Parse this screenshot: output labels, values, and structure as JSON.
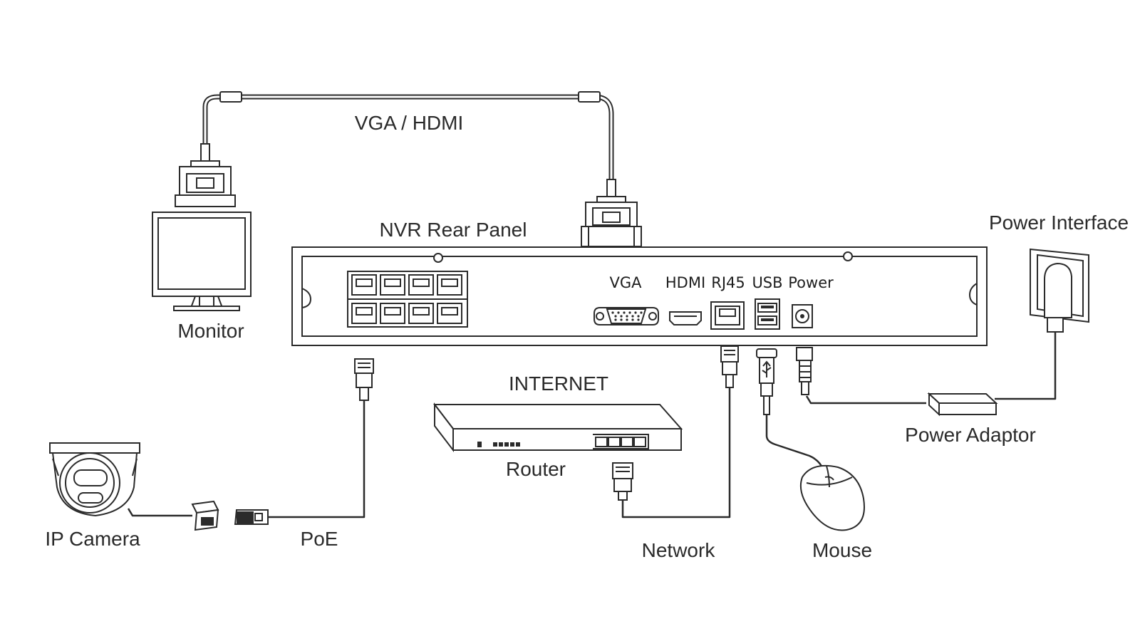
{
  "labels": {
    "vga_hdmi": "VGA / HDMI",
    "monitor": "Monitor",
    "nvr_rear_panel": "NVR Rear Panel",
    "power_interface": "Power Interface",
    "internet": "INTERNET",
    "router": "Router",
    "power_adaptor": "Power Adaptor",
    "ip_camera": "IP Camera",
    "poe": "PoE",
    "network": "Network",
    "mouse": "Mouse"
  },
  "ports": {
    "vga": "VGA",
    "hdmi": "HDMI",
    "rj45": "RJ45",
    "usb": "USB",
    "power": "Power"
  },
  "colors": {
    "line": "#2b2b2b",
    "background": "#ffffff"
  }
}
